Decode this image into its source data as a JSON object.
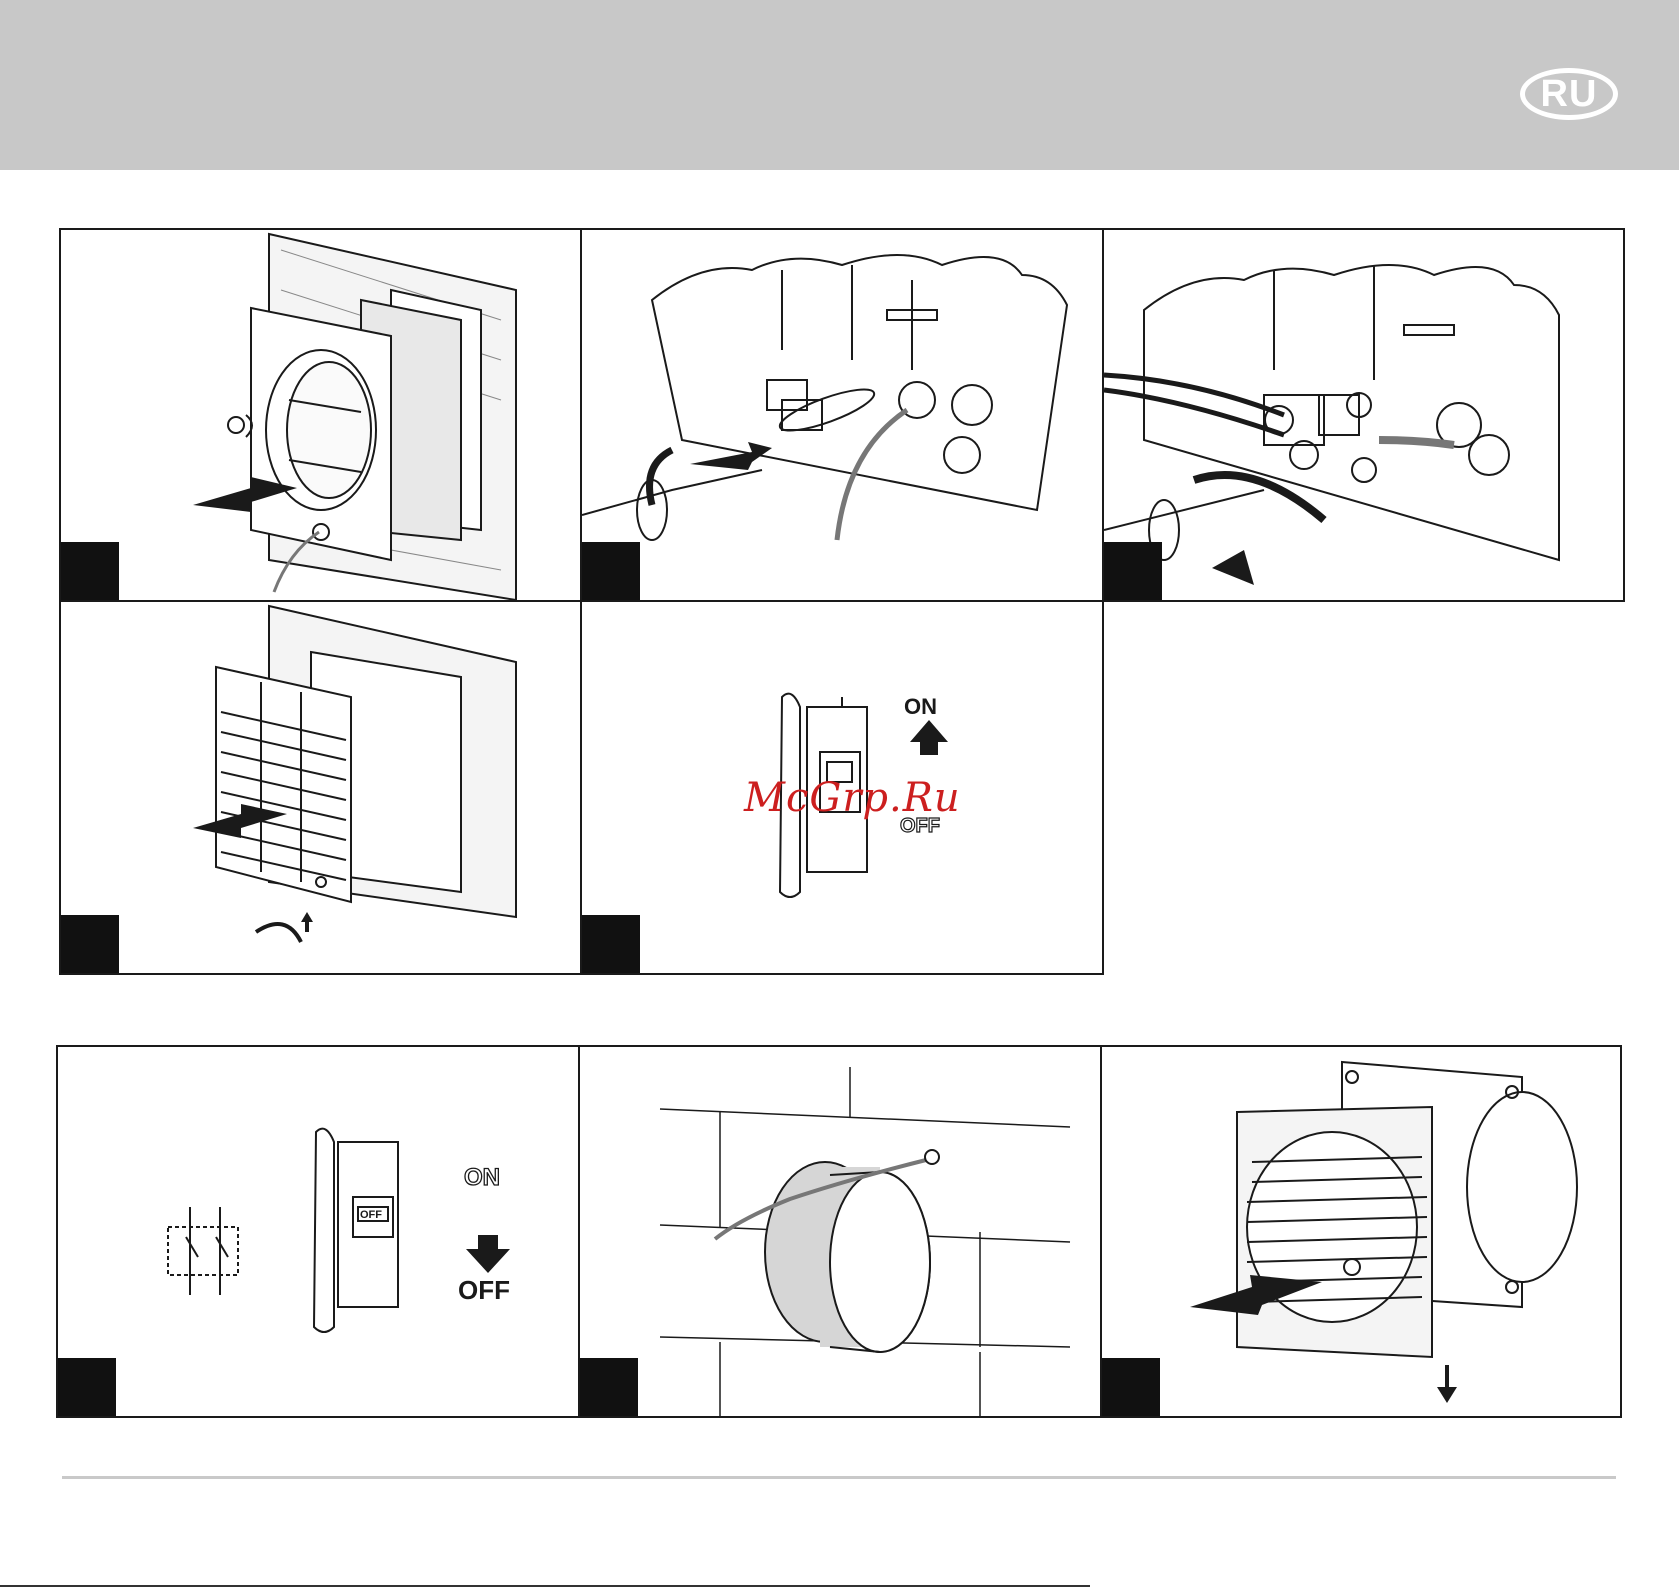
{
  "header": {
    "language_badge": "RU"
  },
  "watermark": "McGrp.Ru",
  "panel_texts": {
    "breaker_on_label": "ON",
    "breaker_off_label": "OFF",
    "switch_on_text": "ON",
    "switch_off_label": "ON",
    "switch_off_down_label": "OFF",
    "switch_off_text": "OFF"
  },
  "colors": {
    "header_band": "#c8c8c8",
    "watermark": "#cc1f1f",
    "frame": "#1a1a1a"
  }
}
